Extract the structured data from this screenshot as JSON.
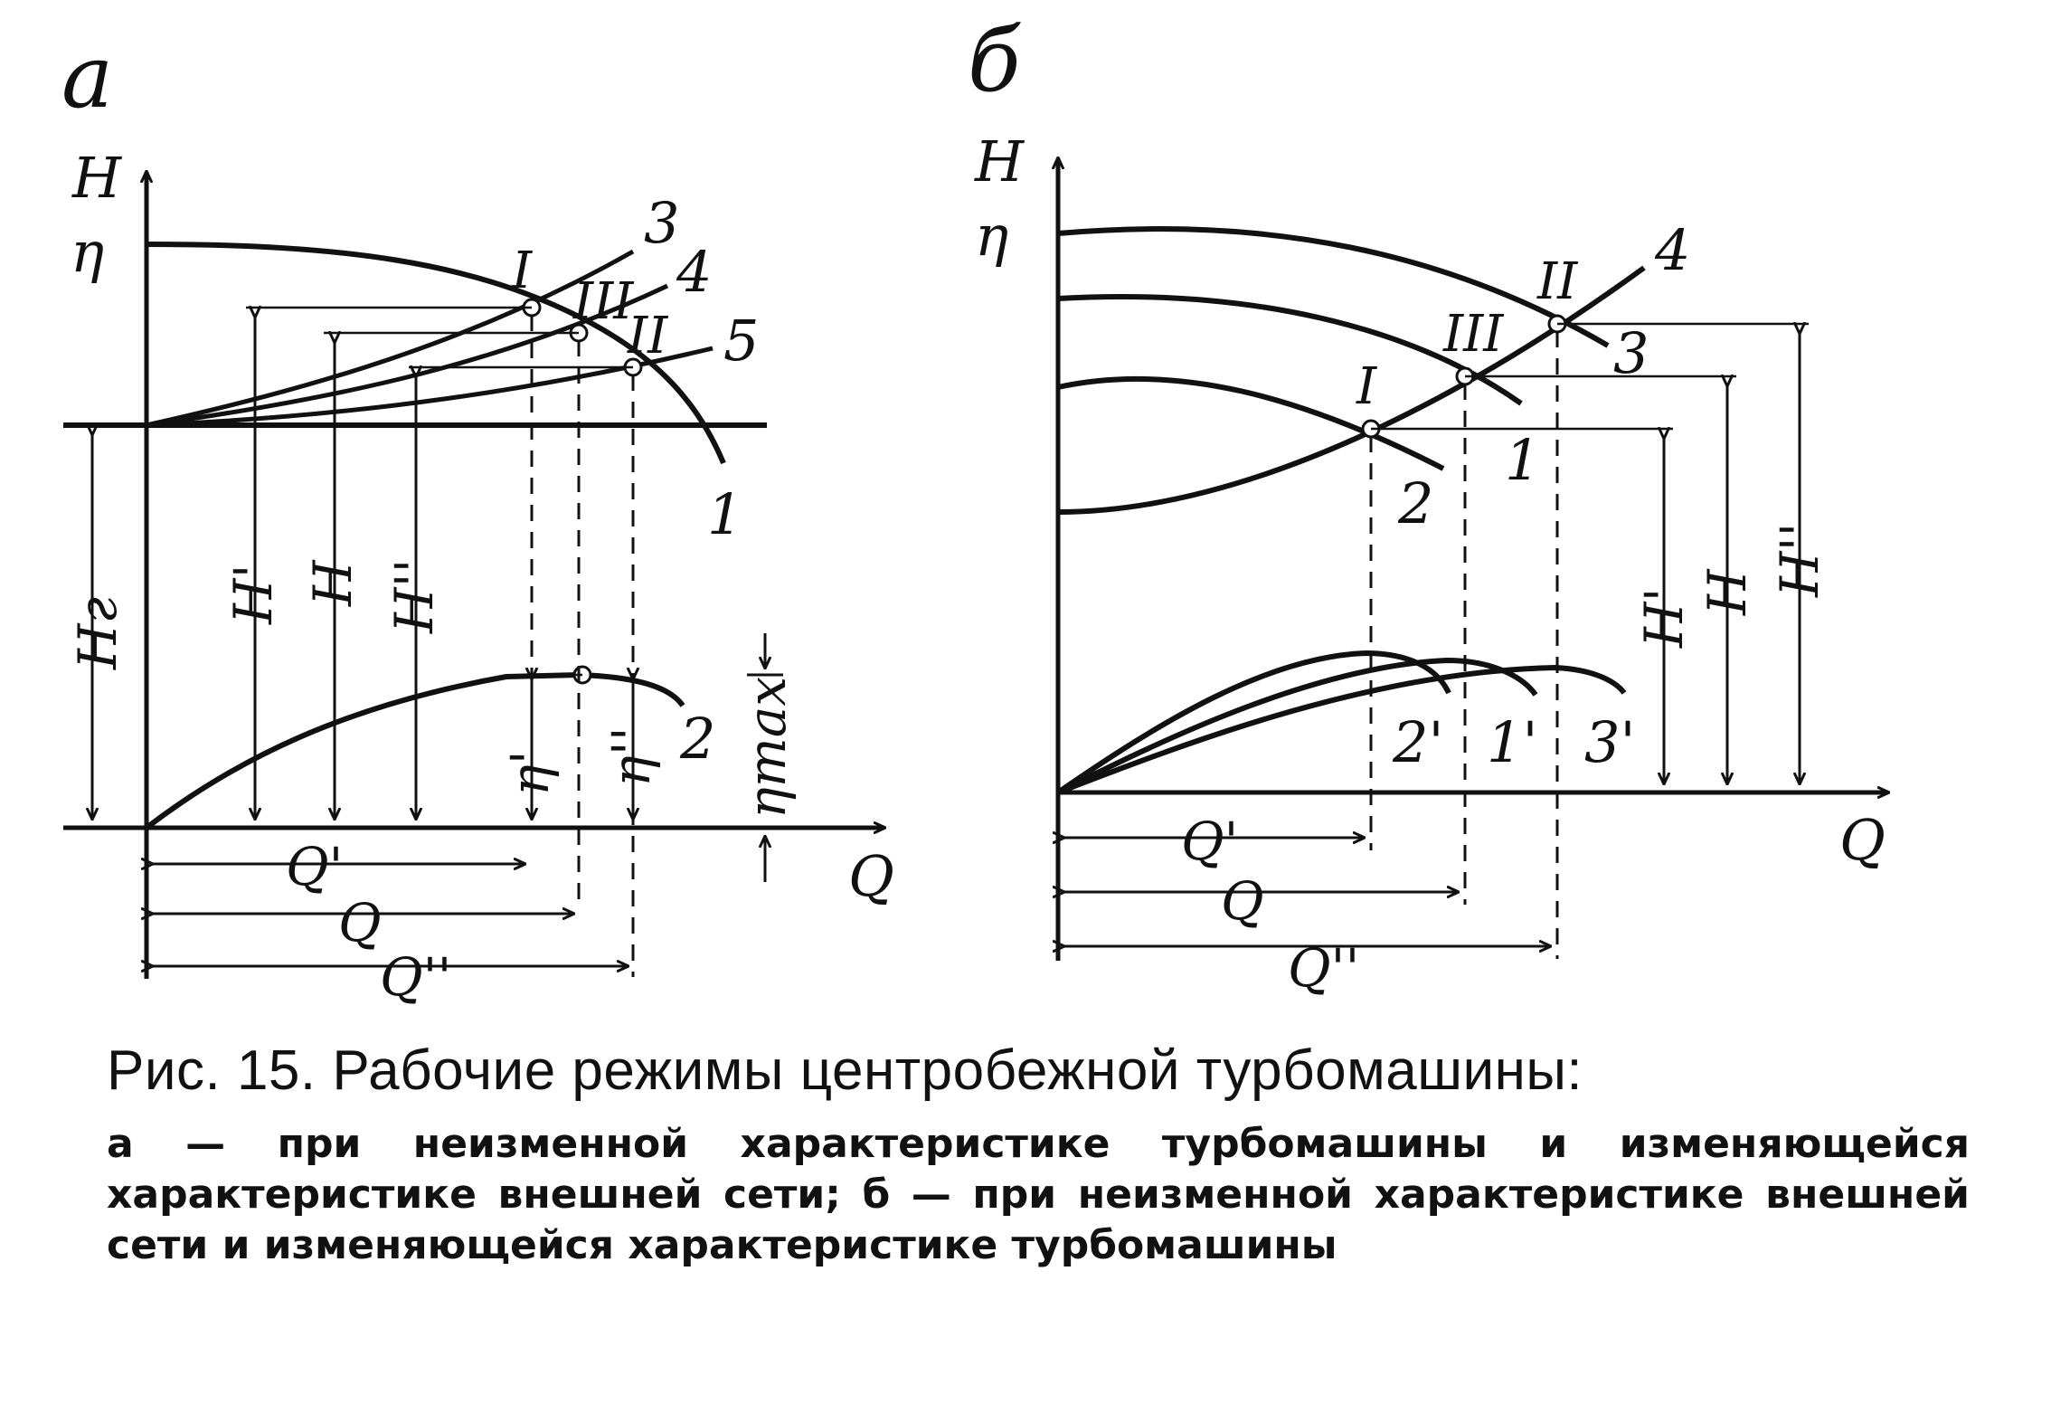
{
  "panel_a": {
    "letter": "a",
    "y_axis_labels": [
      "H",
      "η"
    ],
    "x_axis_label": "Q",
    "curve_labels": {
      "c1": "1",
      "c2": "2",
      "c3": "3",
      "c4": "4",
      "c5": "5"
    },
    "point_labels": {
      "p1": "I",
      "p2": "III",
      "p3": "II"
    },
    "dims": {
      "Hg": "Hг",
      "H1": "H'",
      "H": "H",
      "H2": "H''",
      "eta1": "η'",
      "eta2": "η''",
      "etamax": "ηmax",
      "Q1": "Q'",
      "Q": "Q",
      "Q2": "Q''"
    }
  },
  "panel_b": {
    "letter": "б",
    "y_axis_labels": [
      "H",
      "η"
    ],
    "x_axis_label": "Q",
    "curve_labels": {
      "c1": "1",
      "c2": "2",
      "c3": "3",
      "c4": "4",
      "e2": "2'",
      "e1": "1'",
      "e3": "3'"
    },
    "point_labels": {
      "p1": "I",
      "p2": "III",
      "p3": "II"
    },
    "dims": {
      "H1": "H'",
      "H": "H",
      "H2": "H''",
      "Q1": "Q'",
      "Q": "Q",
      "Q2": "Q''"
    }
  },
  "caption": {
    "title": "Рис. 15. Рабочие режимы центробежной турбомашины:",
    "body": "а — при неизменной характеристике турбомашины и изменяющейся характеристике внешней сети; б — при неизменной характеристике внешней сети и изменяющейся характеристике турбомашины"
  }
}
